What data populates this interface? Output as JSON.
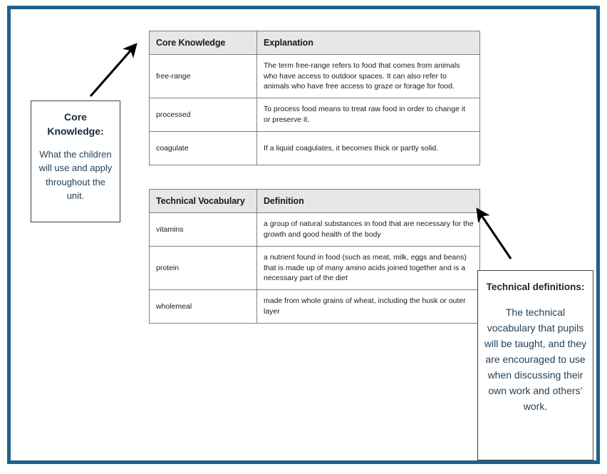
{
  "page": {
    "border_color": "#1F6189",
    "background": "#ffffff"
  },
  "tables": [
    {
      "id": "core-knowledge",
      "headers": [
        "Core Knowledge",
        "Explanation"
      ],
      "rows": [
        {
          "term": "free-range",
          "definition": "The term free-range refers to food that comes from animals who have access to outdoor spaces. It can also refer to animals who have free access to graze or forage for food."
        },
        {
          "term": "processed",
          "definition": "To process food means to treat raw food in order to change it or preserve it."
        },
        {
          "term": "coagulate",
          "definition": "If a liquid coagulates, it becomes thick or partly solid."
        }
      ]
    },
    {
      "id": "technical-vocabulary",
      "headers": [
        "Technical Vocabulary",
        "Definition"
      ],
      "rows": [
        {
          "term": "vitamins",
          "definition": "a group of natural substances in food that are necessary for the growth and good health of the body"
        },
        {
          "term": "protein",
          "definition": "a nutrient found in food (such as meat, milk, eggs and beans) that is made up of many amino acids joined together and is a necessary part of the diet"
        },
        {
          "term": "wholemeal",
          "definition": "made from whole grains of wheat, including the husk or outer layer"
        }
      ]
    }
  ],
  "callouts": {
    "core_knowledge": {
      "title": "Core Knowledge:",
      "body": "What the children will use and apply throughout the unit."
    },
    "technical_definitions": {
      "title": "Technical definitions:",
      "body": "The technical vocabulary that pupils will be taught, and they are encouraged to use when discussing their own work and others’ work."
    }
  },
  "arrows": [
    {
      "name": "arrow-to-core-table",
      "direction": "up-right",
      "color": "#000000"
    },
    {
      "name": "arrow-to-vocab-table",
      "direction": "up-left",
      "color": "#000000"
    }
  ]
}
